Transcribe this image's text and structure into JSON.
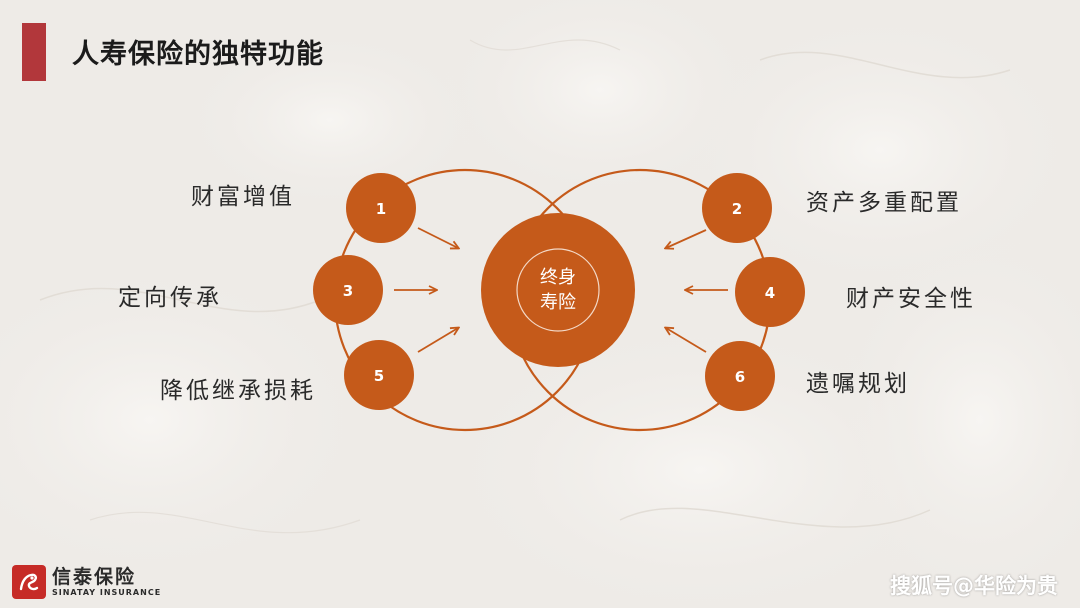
{
  "slide": {
    "title": "人寿保险的独特功能"
  },
  "diagram": {
    "center": {
      "line1": "终身",
      "line2": "寿险"
    },
    "nodes": [
      {
        "number": "1",
        "label": "财富增值"
      },
      {
        "number": "2",
        "label": "资产多重配置"
      },
      {
        "number": "3",
        "label": "定向传承"
      },
      {
        "number": "4",
        "label": "财产安全性"
      },
      {
        "number": "5",
        "label": "降低继承损耗"
      },
      {
        "number": "6",
        "label": "遗嘱规划"
      }
    ]
  },
  "colors": {
    "accent": "#c55a1a",
    "title_bar": "#b2373b",
    "logo": "#c62b27"
  },
  "footer": {
    "logo_cn": "信泰保险",
    "logo_en": "SINATAY INSURANCE",
    "watermark": "搜狐号@华险为贵"
  }
}
